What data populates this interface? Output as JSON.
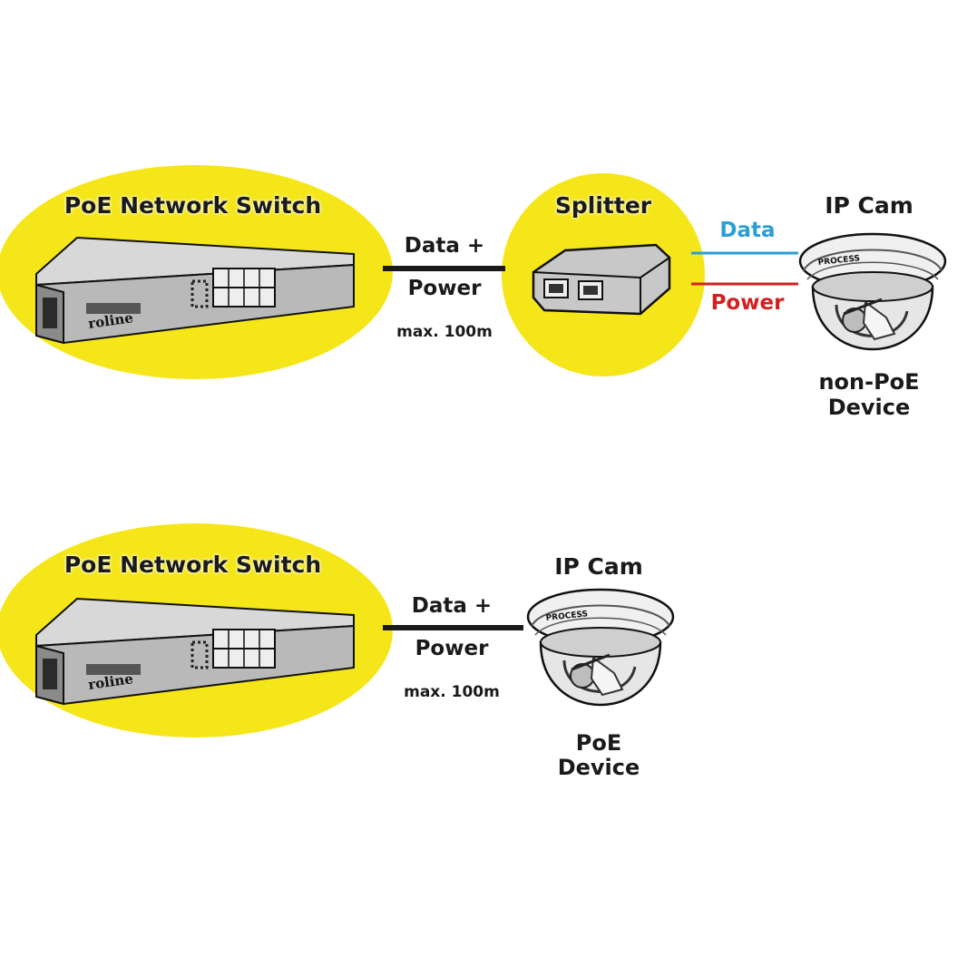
{
  "diagram": {
    "top": {
      "switch_title": "PoE Network Switch",
      "switch_brand": "roline",
      "cable_label_1": "Data +",
      "cable_label_2": "Power",
      "cable_distance": "max. 100m",
      "splitter_title": "Splitter",
      "data_label": "Data",
      "power_label": "Power",
      "camera_title": "IP Cam",
      "camera_text": "PROCESS",
      "device_line_1": "non-PoE",
      "device_line_2": "Device"
    },
    "bottom": {
      "switch_title": "PoE Network Switch",
      "switch_brand": "roline",
      "cable_label_1": "Data +",
      "cable_label_2": "Power",
      "cable_distance": "max. 100m",
      "camera_title": "IP Cam",
      "camera_text": "PROCESS",
      "device_line_1": "PoE",
      "device_line_2": "Device"
    },
    "colors": {
      "highlight": "#f5e61a",
      "data_line": "#2a9fd6",
      "power_line": "#d42020",
      "cable": "#1a1a1a"
    }
  }
}
